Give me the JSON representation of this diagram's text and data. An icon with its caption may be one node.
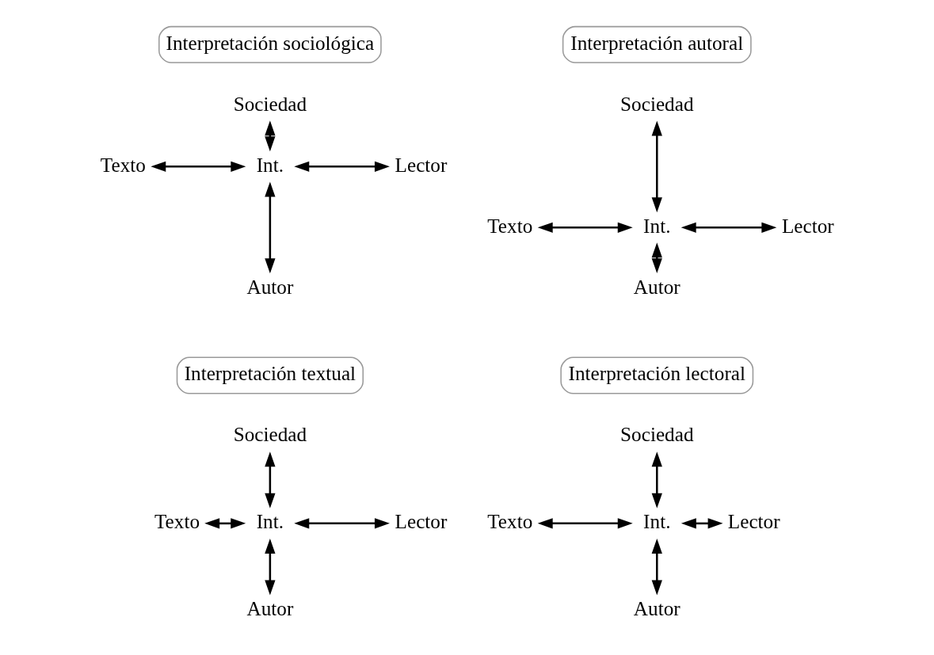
{
  "diagram": {
    "nodes": [
      {
        "text": [
          "Interpretación sociológica"
        ]
      },
      {
        "text": [
          "Sociedad"
        ]
      },
      {
        "text": [
          "Texto"
        ]
      },
      {
        "text": [
          "Int."
        ]
      },
      {
        "text": [
          "Lector"
        ]
      },
      {
        "text": [
          "Autor"
        ]
      },
      {
        "text": [
          "Interpretación autoral"
        ]
      },
      {
        "text": [
          "Sociedad"
        ]
      },
      {
        "text": [
          "Texto"
        ]
      },
      {
        "text": [
          "Int."
        ]
      },
      {
        "text": [
          "Lector"
        ]
      },
      {
        "text": [
          "Autor"
        ]
      },
      {
        "text": [
          "Interpretación textual"
        ]
      },
      {
        "text": [
          "Sociedad"
        ]
      },
      {
        "text": [
          "Texto"
        ]
      },
      {
        "text": [
          "Int."
        ]
      },
      {
        "text": [
          "Lector"
        ]
      },
      {
        "text": [
          "Autor"
        ]
      },
      {
        "text": [
          "Interpretación lectoral"
        ]
      },
      {
        "text": [
          "Sociedad"
        ]
      },
      {
        "text": [
          "Texto"
        ]
      },
      {
        "text": [
          "Int."
        ]
      },
      {
        "text": [
          "Lector"
        ]
      },
      {
        "text": [
          "Autor"
        ]
      }
    ],
    "edges": [
      {
        "from": 1,
        "to": 3,
        "arrow": "both"
      },
      {
        "from": 2,
        "to": 3,
        "arrow": "both"
      },
      {
        "from": 3,
        "to": 4,
        "arrow": "both"
      },
      {
        "from": 3,
        "to": 5,
        "arrow": "both"
      },
      {
        "from": 7,
        "to": 9,
        "arrow": "both"
      },
      {
        "from": 8,
        "to": 9,
        "arrow": "both"
      },
      {
        "from": 9,
        "to": 10,
        "arrow": "both"
      },
      {
        "from": 9,
        "to": 11,
        "arrow": "both"
      },
      {
        "from": 13,
        "to": 15,
        "arrow": "both"
      },
      {
        "from": 14,
        "to": 15,
        "arrow": "both"
      },
      {
        "from": 15,
        "to": 16,
        "arrow": "both"
      },
      {
        "from": 15,
        "to": 17,
        "arrow": "both"
      },
      {
        "from": 19,
        "to": 21,
        "arrow": "both"
      },
      {
        "from": 20,
        "to": 21,
        "arrow": "both"
      },
      {
        "from": 21,
        "to": 22,
        "arrow": "both"
      },
      {
        "from": 21,
        "to": 23,
        "arrow": "both"
      }
    ]
  }
}
